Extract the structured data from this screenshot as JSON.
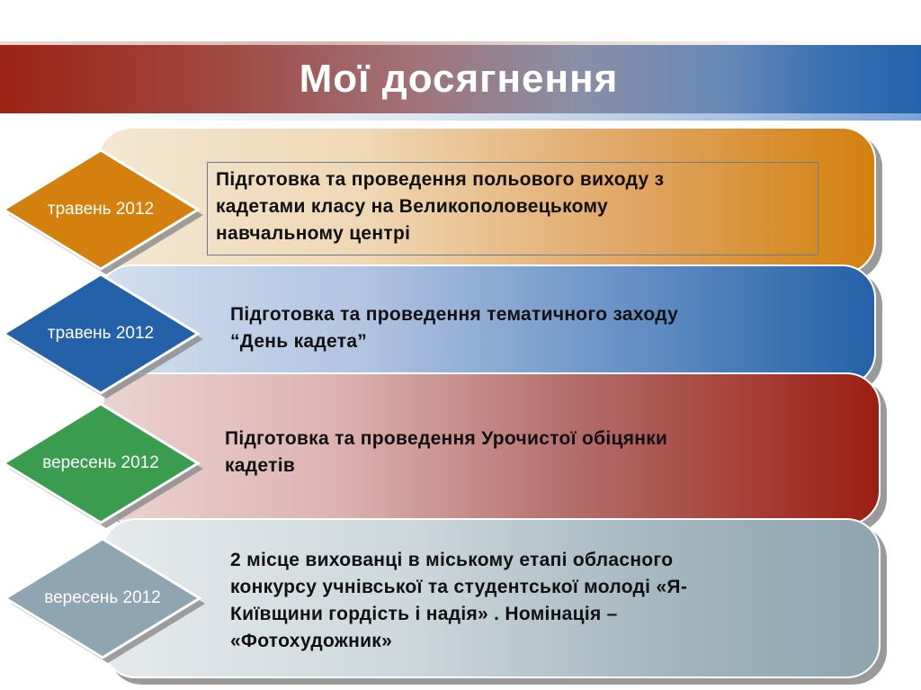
{
  "header": {
    "title": "Мої досягнення"
  },
  "colors": {
    "banner_left": "#9b2214",
    "banner_right": "#2362ab",
    "orange": "#d3800e",
    "blue": "#2461a8",
    "green": "#3a9c4e",
    "red": "#9c1e12",
    "grey_blue": "#8fa6b2"
  },
  "achievements": [
    {
      "date": "травень 2012",
      "text_lines": [
        "Підготовка та проведення польового виходу з",
        "кадетами класу на Великополовецькому",
        "навчальному центрі"
      ]
    },
    {
      "date": "травень 2012",
      "text_lines": [
        "Підготовка та проведення тематичного заходу",
        "“День кадета”"
      ]
    },
    {
      "date": "вересень 2012",
      "text_lines": [
        "Підготовка та проведення Урочистої обіцянки",
        "кадетів"
      ]
    },
    {
      "date": "вересень 2012",
      "text_lines": [
        "2 місце вихованці в міському етапі обласного",
        "конкурсу учнівської та студентської молоді «Я-",
        "Київщини гордість і надія» . Номінація –",
        "«Фотохудожник»"
      ]
    }
  ]
}
